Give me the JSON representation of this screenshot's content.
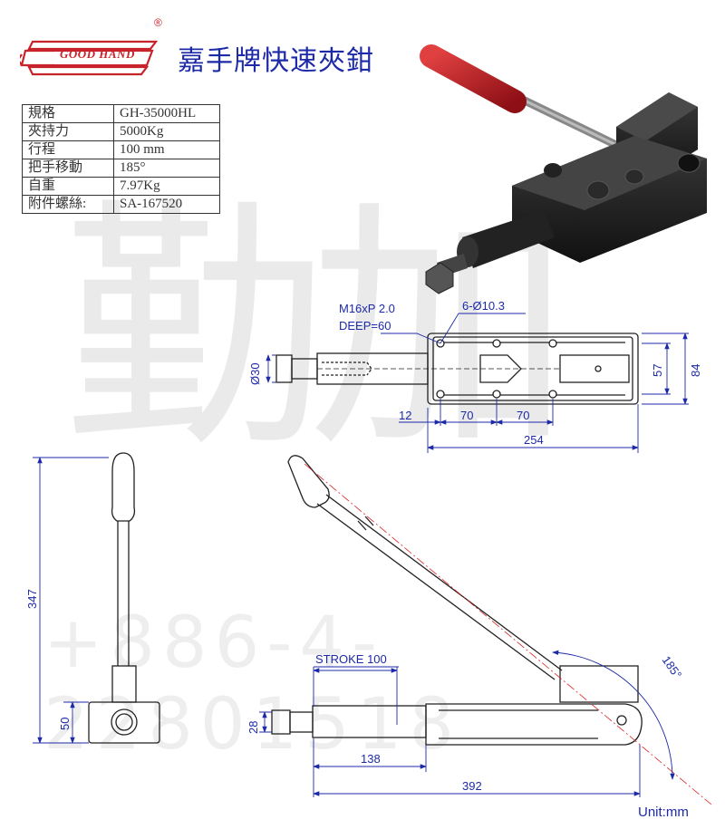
{
  "header": {
    "brand": "GOOD HAND",
    "registered": "®",
    "title": "嘉手牌快速夾鉗"
  },
  "specs": [
    {
      "key": "規格",
      "value": "GH-35000HL"
    },
    {
      "key": "夾持力",
      "value": "5000Kg"
    },
    {
      "key": "行程",
      "value": "100 mm"
    },
    {
      "key": "把手移動",
      "value": "185°"
    },
    {
      "key": "自重",
      "value": "7.97Kg"
    },
    {
      "key": "附件螺絲:",
      "value": "SA-167520"
    }
  ],
  "watermark": {
    "big": "勤加",
    "phone": "+886-4-22801518"
  },
  "top_view": {
    "thread": "M16xP 2.0",
    "deep": "DEEP=60",
    "holes": "6-Ø10.3",
    "dia": "Ø30",
    "d12": "12",
    "d70a": "70",
    "d70b": "70",
    "d254": "254",
    "d57": "57",
    "d84": "84"
  },
  "side_view": {
    "d347": "347",
    "d50": "50"
  },
  "front_view": {
    "stroke": "STROKE 100",
    "angle": "185°",
    "d28": "28",
    "d138": "138",
    "d392": "392"
  },
  "unit": "Unit:mm",
  "colors": {
    "brand": "#c8222a",
    "dim": "#1d2aa8",
    "line": "#222222"
  }
}
